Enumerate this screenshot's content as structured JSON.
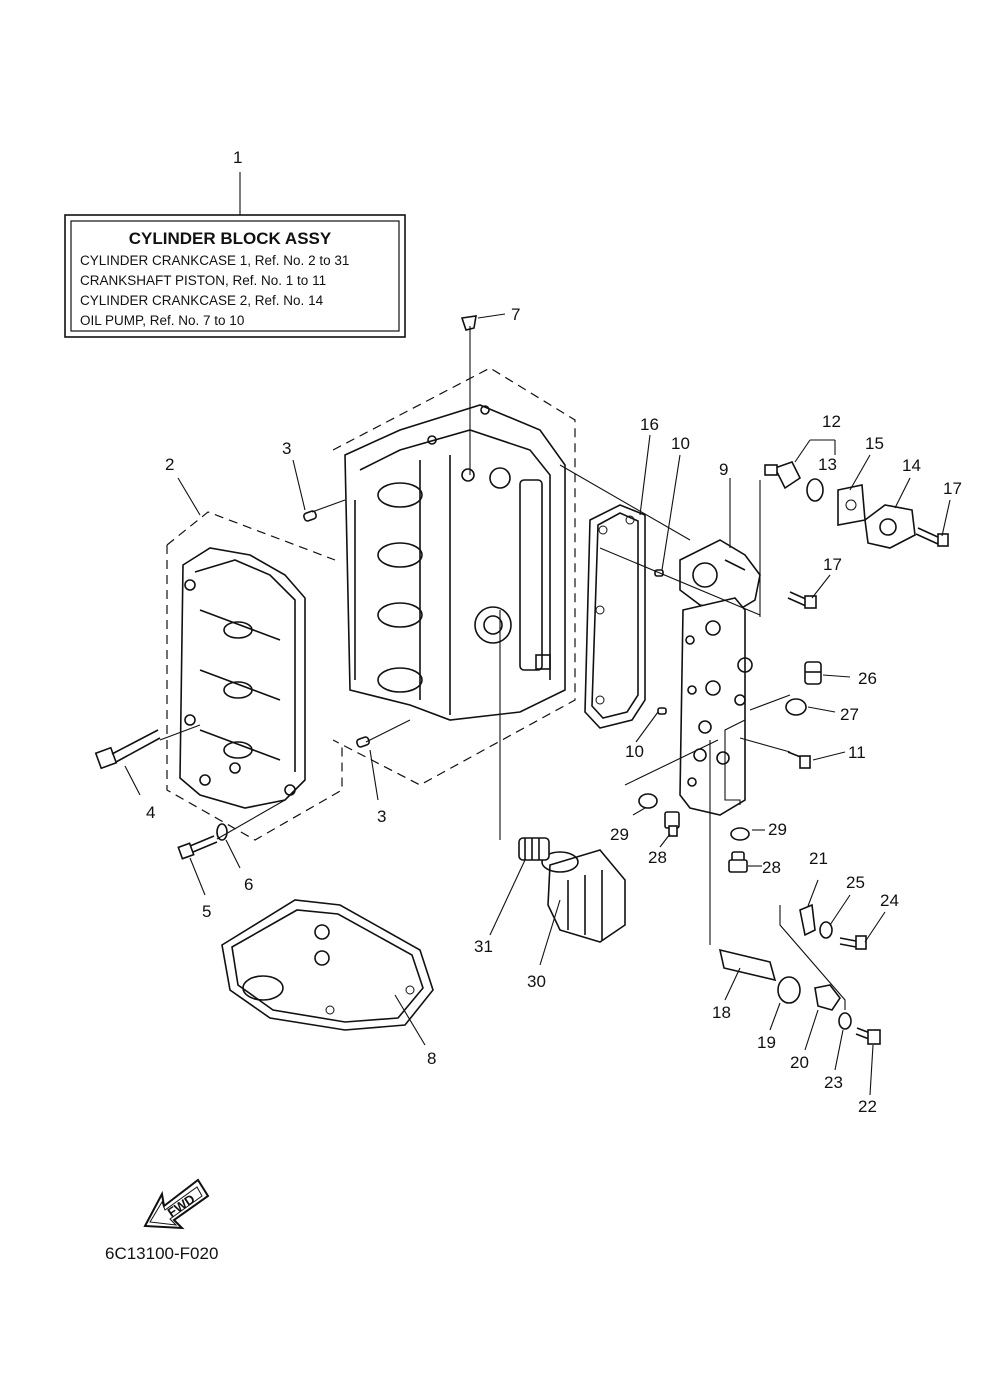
{
  "title_box": {
    "heading": "CYLINDER BLOCK ASSY",
    "lines": [
      "CYLINDER CRANKCASE 1,  Ref. No. 2 to 31",
      "CRANKSHAFT PISTON,  Ref. No. 1 to 11",
      "CYLINDER CRANKCASE 2,  Ref. No. 14",
      "OIL PUMP,  Ref. No. 7 to 10"
    ]
  },
  "fwd_label": "FWD",
  "diagram_code": "6C13100-F020",
  "callouts": {
    "c1": "1",
    "c2": "2",
    "c3a": "3",
    "c3b": "3",
    "c4": "4",
    "c5": "5",
    "c6": "6",
    "c7": "7",
    "c8": "8",
    "c9": "9",
    "c10a": "10",
    "c10b": "10",
    "c11": "11",
    "c12": "12",
    "c13": "13",
    "c14": "14",
    "c15": "15",
    "c16": "16",
    "c17a": "17",
    "c17b": "17",
    "c18": "18",
    "c19": "19",
    "c20": "20",
    "c21": "21",
    "c22": "22",
    "c23": "23",
    "c24": "24",
    "c25": "25",
    "c26": "26",
    "c27": "27",
    "c28a": "28",
    "c28b": "28",
    "c29a": "29",
    "c29b": "29",
    "c30": "30",
    "c31": "31"
  }
}
